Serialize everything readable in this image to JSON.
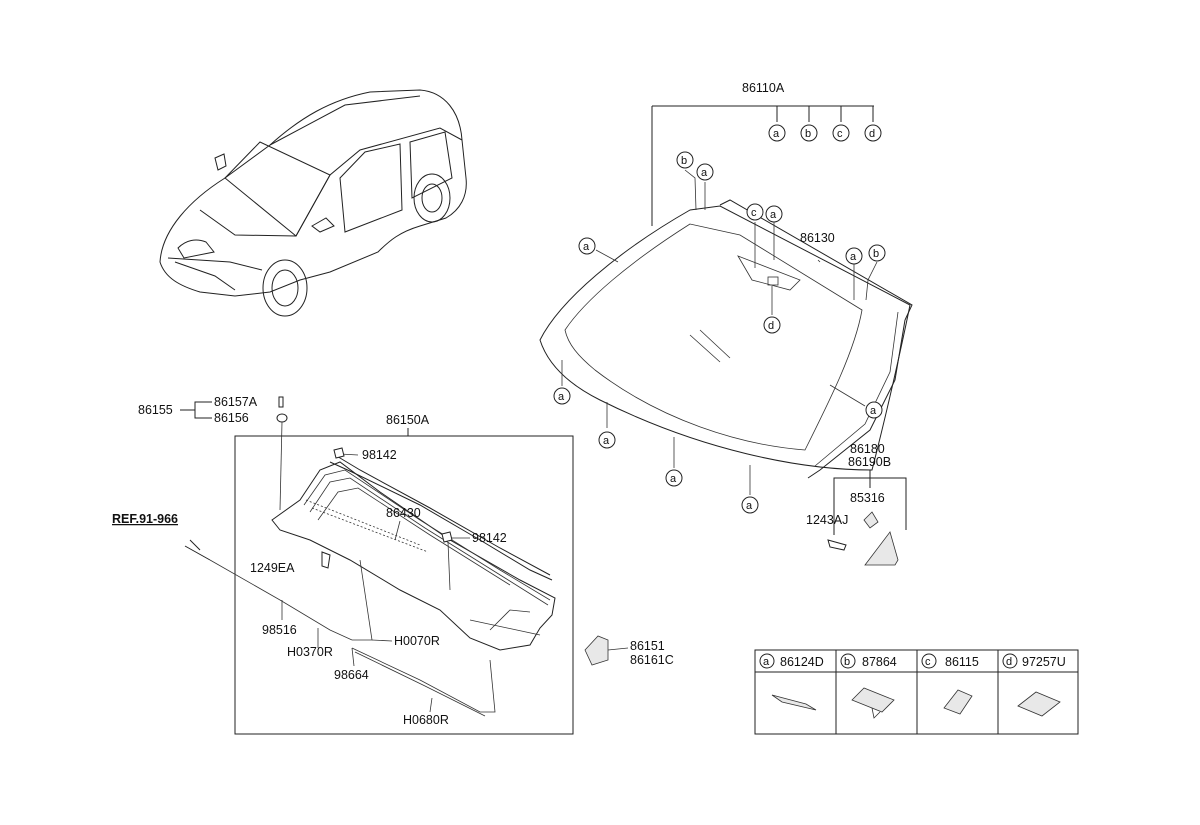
{
  "labels": {
    "p86110A": "86110A",
    "p86130": "86130",
    "p86180": "86180",
    "p86190B": "86190B",
    "p85316": "85316",
    "p1243AJ": "1243AJ",
    "p86155": "86155",
    "p86157A": "86157A",
    "p86156": "86156",
    "p86150A": "86150A",
    "p98142a": "98142",
    "p98142b": "98142",
    "p86430": "86430",
    "p1249EA": "1249EA",
    "p98516": "98516",
    "pH0370R": "H0370R",
    "pH0070R": "H0070R",
    "p98664": "98664",
    "pH0680R": "H0680R",
    "p86151": "86151",
    "p86161C": "86161C",
    "ref": "REF.91-966"
  },
  "callouts": {
    "top_a": "a",
    "top_b": "b",
    "top_c": "c",
    "top_d": "d",
    "b1": "b",
    "a1": "a",
    "c1": "c",
    "a2": "a",
    "a3": "a",
    "b2": "b",
    "a_left": "a",
    "d1": "d",
    "a4": "a",
    "a5": "a",
    "a6": "a",
    "a7": "a",
    "a8": "a"
  },
  "legend": {
    "items": [
      {
        "letter": "a",
        "part": "86124D"
      },
      {
        "letter": "b",
        "part": "87864"
      },
      {
        "letter": "c",
        "part": "86115"
      },
      {
        "letter": "d",
        "part": "97257U"
      }
    ]
  }
}
